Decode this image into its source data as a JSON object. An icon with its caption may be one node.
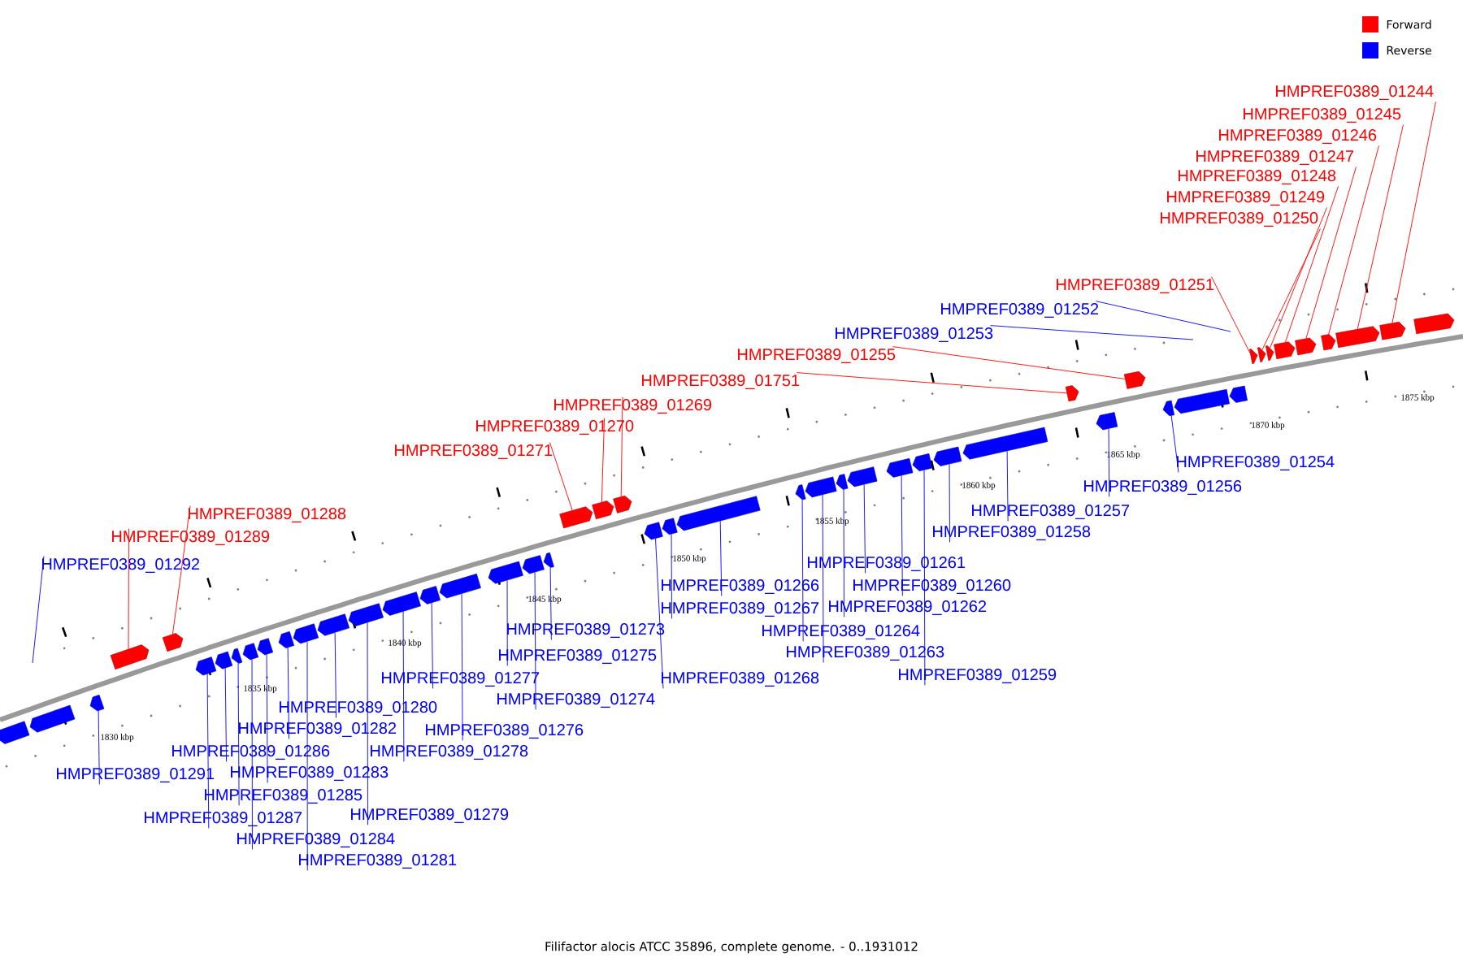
{
  "diagram": {
    "caption": "Filifactor alocis ATCC 35896, complete genome. - 0..1931012",
    "nodes": [
      {
        "text": [
          "HMPREF0389_01244"
        ]
      },
      {
        "text": [
          "HMPREF0389_01245"
        ]
      },
      {
        "text": [
          "HMPREF0389_01246"
        ]
      },
      {
        "text": [
          "HMPREF0389_01247"
        ]
      },
      {
        "text": [
          "HMPREF0389_01248"
        ]
      },
      {
        "text": [
          "HMPREF0389_01249"
        ]
      },
      {
        "text": [
          "HMPREF0389_01250"
        ]
      },
      {
        "text": [
          "HMPREF0389_01251"
        ]
      },
      {
        "text": [
          "HMPREF0389_01252"
        ]
      },
      {
        "text": [
          "HMPREF0389_01253"
        ]
      },
      {
        "text": [
          "HMPREF0389_01255"
        ]
      },
      {
        "text": [
          "HMPREF0389_01751"
        ]
      },
      {
        "text": [
          "HMPREF0389_01269"
        ]
      },
      {
        "text": [
          "HMPREF0389_01270"
        ]
      },
      {
        "text": [
          "HMPREF0389_01271"
        ]
      },
      {
        "text": [
          "HMPREF0389_01254"
        ]
      },
      {
        "text": [
          "HMPREF0389_01256"
        ]
      },
      {
        "text": [
          "HMPREF0389_01257"
        ]
      },
      {
        "text": [
          "HMPREF0389_01288"
        ]
      },
      {
        "text": [
          "HMPREF0389_01258"
        ]
      },
      {
        "text": [
          "HMPREF0389_01289"
        ]
      },
      {
        "text": [
          "HMPREF0389_01261"
        ]
      },
      {
        "text": [
          "HMPREF0389_01292"
        ]
      },
      {
        "text": [
          "HMPREF0389_01266"
        ]
      },
      {
        "text": [
          "HMPREF0389_01260"
        ]
      },
      {
        "text": [
          "HMPREF0389_01262"
        ]
      },
      {
        "text": [
          "HMPREF0389_01267"
        ]
      },
      {
        "text": [
          "HMPREF0389_01273"
        ]
      },
      {
        "text": [
          "HMPREF0389_01264"
        ]
      },
      {
        "text": [
          "HMPREF0389_01263"
        ]
      },
      {
        "text": [
          "HMPREF0389_01275"
        ]
      },
      {
        "text": [
          "HMPREF0389_01259"
        ]
      },
      {
        "text": [
          "HMPREF0389_01277"
        ]
      },
      {
        "text": [
          "HMPREF0389_01268"
        ]
      },
      {
        "text": [
          "HMPREF0389_01274"
        ]
      },
      {
        "text": [
          "HMPREF0389_01280"
        ]
      },
      {
        "text": [
          "HMPREF0389_01282"
        ]
      },
      {
        "text": [
          "HMPREF0389_01276"
        ]
      },
      {
        "text": [
          "HMPREF0389_01286"
        ]
      },
      {
        "text": [
          "HMPREF0389_01278"
        ]
      },
      {
        "text": [
          "HMPREF0389_01283"
        ]
      },
      {
        "text": [
          "HMPREF0389_01291"
        ]
      },
      {
        "text": [
          "HMPREF0389_01285"
        ]
      },
      {
        "text": [
          "HMPREF0389_01279"
        ]
      },
      {
        "text": [
          "HMPREF0389_01287"
        ]
      },
      {
        "text": [
          "HMPREF0389_01284"
        ]
      },
      {
        "text": [
          "HMPREF0389_01281"
        ]
      },
      {
        "text": [],
        "shape": "arrow"
      },
      {
        "text": [],
        "shape": "arrow"
      },
      {
        "text": [],
        "shape": "arrow"
      },
      {
        "text": [],
        "shape": "arrow"
      },
      {
        "text": [],
        "shape": "arrow"
      },
      {
        "text": [],
        "shape": "arrow"
      },
      {
        "text": [],
        "shape": "arrow"
      },
      {
        "text": [],
        "shape": "arrow"
      },
      {
        "text": [],
        "shape": "arrow"
      },
      {
        "text": [],
        "shape": "arrow"
      },
      {
        "text": [],
        "shape": "arrow"
      },
      {
        "text": [],
        "shape": "arrow"
      },
      {
        "text": [],
        "shape": "arrow"
      },
      {
        "text": [],
        "shape": "arrow"
      },
      {
        "text": [],
        "shape": "arrow"
      },
      {
        "text": [],
        "shape": "arrow"
      },
      {
        "text": [],
        "shape": "arrow"
      },
      {
        "text": [],
        "shape": "arrow"
      },
      {
        "text": [],
        "shape": "arrow"
      },
      {
        "text": [],
        "shape": "arrow"
      },
      {
        "text": [],
        "shape": "arrow"
      },
      {
        "text": [],
        "shape": "arrow"
      },
      {
        "text": [],
        "shape": "arrow"
      },
      {
        "text": [],
        "shape": "arrow"
      },
      {
        "text": [],
        "shape": "arrow"
      },
      {
        "text": [],
        "shape": "arrow"
      },
      {
        "text": [],
        "shape": "arrow"
      },
      {
        "text": [],
        "shape": "arrow"
      },
      {
        "text": [],
        "shape": "arrow"
      },
      {
        "text": [],
        "shape": "arrow"
      },
      {
        "text": [],
        "shape": "arrow"
      },
      {
        "text": [],
        "shape": "arrow"
      },
      {
        "text": [],
        "shape": "arrow"
      },
      {
        "text": [],
        "shape": "arrow"
      },
      {
        "text": [],
        "shape": "arrow"
      },
      {
        "text": [],
        "shape": "arrow"
      },
      {
        "text": [],
        "shape": "arrow"
      },
      {
        "text": [],
        "shape": "arrow"
      },
      {
        "text": [],
        "shape": "arrow"
      },
      {
        "text": [],
        "shape": "arrow"
      },
      {
        "text": [],
        "shape": "arrow"
      },
      {
        "text": [],
        "shape": "arrow"
      },
      {
        "text": [],
        "shape": "arrow"
      },
      {
        "text": [],
        "shape": "arrow"
      },
      {
        "text": [],
        "shape": "arrow"
      },
      {
        "text": [],
        "shape": "arrow"
      },
      {
        "text": [],
        "shape": "arrow"
      },
      {
        "text": [],
        "shape": "arrow"
      },
      {
        "text": [],
        "shape": "arrow"
      }
    ],
    "edges": [
      {
        "from": 0,
        "to": 94,
        "arrow": "none",
        "color": "#ff0000"
      },
      {
        "from": 1,
        "to": 93,
        "arrow": "none",
        "color": "#ff0000"
      },
      {
        "from": 2,
        "to": 92,
        "arrow": "none",
        "color": "#ff0000"
      },
      {
        "from": 3,
        "to": 91,
        "arrow": "none",
        "color": "#ff0000"
      },
      {
        "from": 4,
        "to": 90,
        "arrow": "none",
        "color": "#ff0000"
      },
      {
        "from": 5,
        "to": 89,
        "arrow": "none",
        "color": "#ff0000"
      },
      {
        "from": 6,
        "to": 88,
        "arrow": "none",
        "color": "#ff0000"
      },
      {
        "from": 7,
        "to": 87,
        "arrow": "none",
        "color": "#ff0000"
      },
      {
        "from": 8,
        "to": null,
        "arrow": "none"
      },
      {
        "from": 9,
        "to": null,
        "arrow": "none"
      },
      {
        "from": 10,
        "to": 83,
        "arrow": "none",
        "color": "#ff0000"
      },
      {
        "from": 11,
        "to": 81,
        "arrow": "none",
        "color": "#ff0000"
      },
      {
        "from": 12,
        "to": 69,
        "arrow": "none",
        "color": "#ff0000"
      },
      {
        "from": 13,
        "to": 68,
        "arrow": "none",
        "color": "#ff0000"
      },
      {
        "from": 14,
        "to": 67,
        "arrow": "none",
        "color": "#ff0000"
      },
      {
        "from": 15,
        "to": 84,
        "arrow": "none"
      },
      {
        "from": 16,
        "to": 82,
        "arrow": "none"
      },
      {
        "from": 17,
        "to": 80,
        "arrow": "none"
      },
      {
        "from": 18,
        "to": 51,
        "arrow": "none",
        "color": "#ff0000"
      },
      {
        "from": 19,
        "to": 79,
        "arrow": "none"
      },
      {
        "from": 20,
        "to": 50,
        "arrow": "none",
        "color": "#ff0000"
      },
      {
        "from": 21,
        "to": 76,
        "arrow": "none"
      },
      {
        "from": 22,
        "to": null,
        "arrow": "none"
      },
      {
        "from": 23,
        "to": 72,
        "arrow": "none"
      },
      {
        "from": 24,
        "to": 77,
        "arrow": "none"
      },
      {
        "from": 25,
        "to": 75,
        "arrow": "none"
      },
      {
        "from": 26,
        "to": 71,
        "arrow": "none"
      },
      {
        "from": 27,
        "to": 66,
        "arrow": "none"
      },
      {
        "from": 28,
        "to": 73,
        "arrow": "none"
      },
      {
        "from": 29,
        "to": 74,
        "arrow": "none"
      },
      {
        "from": 30,
        "to": 64,
        "arrow": "none"
      },
      {
        "from": 31,
        "to": 78,
        "arrow": "none"
      },
      {
        "from": 32,
        "to": 62,
        "arrow": "none"
      },
      {
        "from": 33,
        "to": 70,
        "arrow": "none"
      },
      {
        "from": 34,
        "to": 65,
        "arrow": "none"
      },
      {
        "from": 35,
        "to": 59,
        "arrow": "none"
      },
      {
        "from": 36,
        "to": 57,
        "arrow": "none"
      },
      {
        "from": 37,
        "to": 63,
        "arrow": "none"
      },
      {
        "from": 38,
        "to": 53,
        "arrow": "none"
      },
      {
        "from": 39,
        "to": 61,
        "arrow": "none"
      },
      {
        "from": 40,
        "to": 56,
        "arrow": "none"
      },
      {
        "from": 41,
        "to": 49,
        "arrow": "none"
      },
      {
        "from": 42,
        "to": 54,
        "arrow": "none"
      },
      {
        "from": 43,
        "to": 60,
        "arrow": "none"
      },
      {
        "from": 44,
        "to": 52,
        "arrow": "none"
      },
      {
        "from": 45,
        "to": 55,
        "arrow": "none"
      },
      {
        "from": 46,
        "to": 58,
        "arrow": "none"
      }
    ],
    "labels": [
      "1830 kbp",
      "1835 kbp",
      "1840 kbp",
      "1845 kbp",
      "1850 kbp",
      "1855 kbp",
      "1860 kbp",
      "1865 kbp",
      "1870 kbp",
      "1875 kbp"
    ],
    "legend": [
      {
        "text": "Forward",
        "color": "#ff0000"
      },
      {
        "text": "Reverse",
        "color": "#0000ff"
      }
    ]
  }
}
